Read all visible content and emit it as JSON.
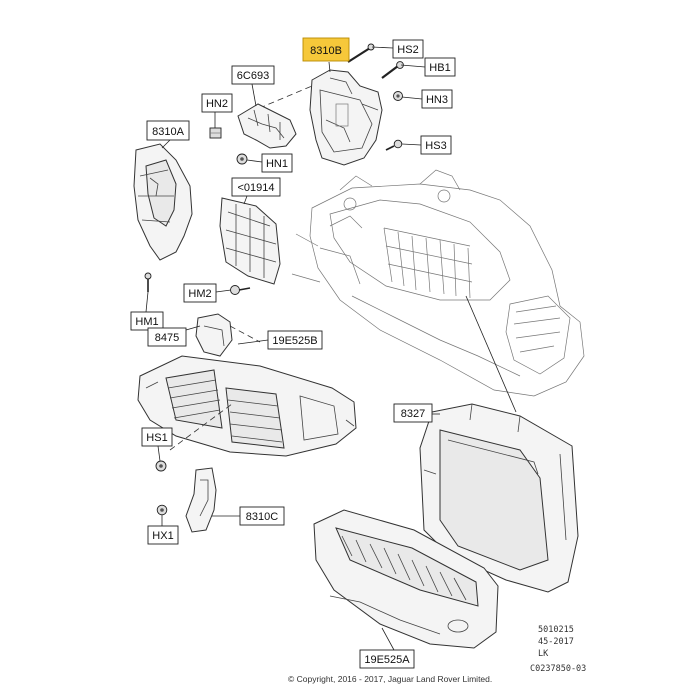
{
  "accent_color": "#f6c83a",
  "callouts": [
    {
      "id": "8310B",
      "text": "8310B",
      "highlighted": true
    },
    {
      "id": "HS2",
      "text": "HS2"
    },
    {
      "id": "HB1",
      "text": "HB1"
    },
    {
      "id": "HN3",
      "text": "HN3"
    },
    {
      "id": "HS3",
      "text": "HS3"
    },
    {
      "id": "6C693",
      "text": "6C693"
    },
    {
      "id": "HN2",
      "text": "HN2"
    },
    {
      "id": "HN1",
      "text": "HN1"
    },
    {
      "id": "8310A",
      "text": "8310A"
    },
    {
      "id": "01914",
      "text": "<01914"
    },
    {
      "id": "HM2",
      "text": "HM2"
    },
    {
      "id": "HM1",
      "text": "HM1"
    },
    {
      "id": "8475",
      "text": "8475"
    },
    {
      "id": "19E525B",
      "text": "19E525B"
    },
    {
      "id": "HS1",
      "text": "HS1"
    },
    {
      "id": "HX1",
      "text": "HX1"
    },
    {
      "id": "8310C",
      "text": "8310C"
    },
    {
      "id": "8327",
      "text": "8327"
    },
    {
      "id": "19E525A",
      "text": "19E525A"
    }
  ],
  "reference_codes": [
    "5010215",
    "45-2017",
    "LK",
    "C0237850-03"
  ],
  "copyright": "© Copyright, 2016 - 2017, Jaguar Land Rover Limited."
}
